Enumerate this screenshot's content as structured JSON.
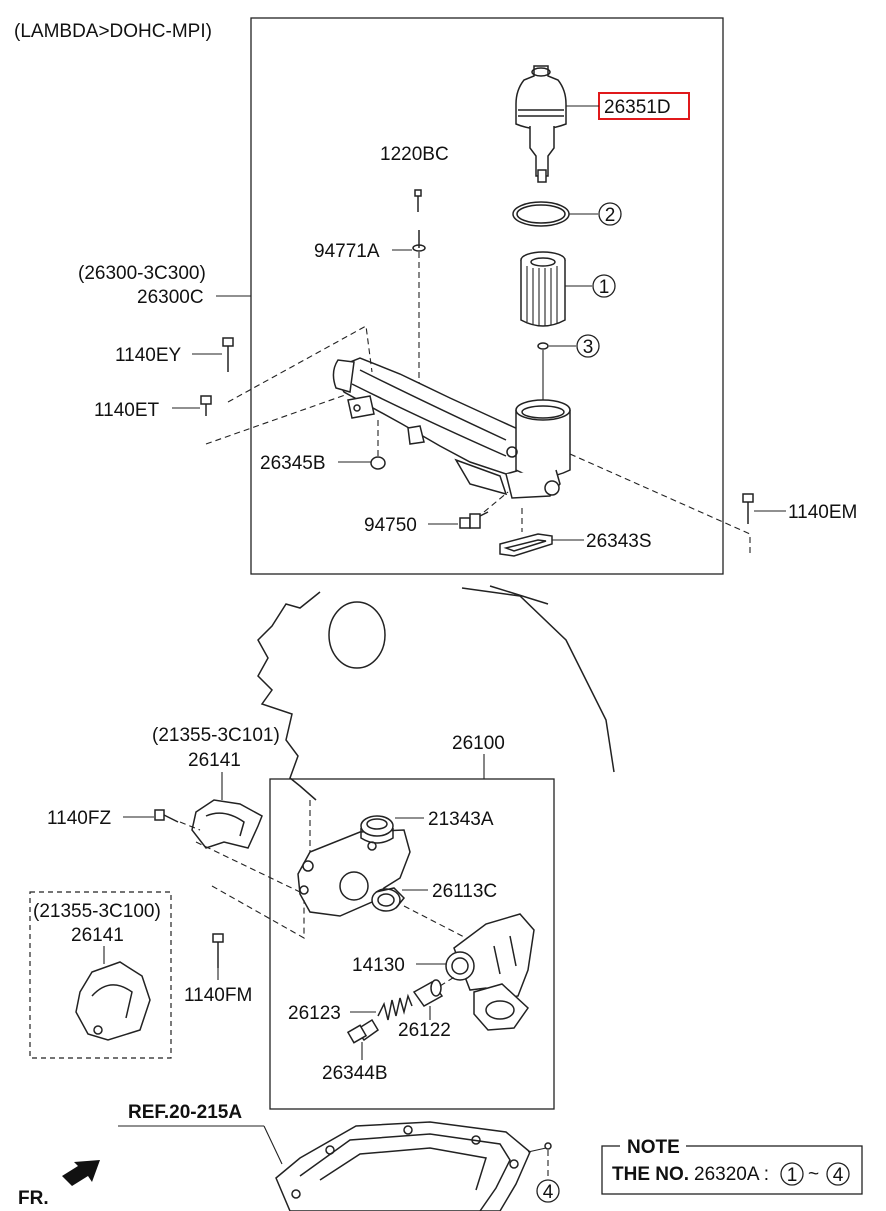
{
  "header": {
    "engine": "(LAMBDA>DOHC-MPI)"
  },
  "labels": {
    "p26351D": "26351D",
    "p1220BC": "1220BC",
    "p94771A": "94771A",
    "p26300_alt": "(26300-3C300)",
    "p26300C": "26300C",
    "p1140EY": "1140EY",
    "p1140ET": "1140ET",
    "p26345B": "26345B",
    "p94750": "94750",
    "p26343S": "26343S",
    "p1140EM": "1140EM",
    "p26100": "26100",
    "p21355_a": "(21355-3C101)",
    "p26141_a": "26141",
    "p1140FZ": "1140FZ",
    "p21343A": "21343A",
    "p26113C": "26113C",
    "p21355_b": "(21355-3C100)",
    "p26141_b": "26141",
    "p14130": "14130",
    "p1140FM": "1140FM",
    "p26123": "26123",
    "p26122": "26122",
    "p26344B": "26344B",
    "ref": "REF.20-215A",
    "fr": "FR."
  },
  "callouts": {
    "c1": "1",
    "c2": "2",
    "c3": "3",
    "c4": "4"
  },
  "note": {
    "title": "NOTE",
    "prefix": "THE NO.",
    "part": "26320A :",
    "from": "1",
    "sep": "~",
    "to": "4"
  },
  "colors": {
    "highlight": "#e0191b",
    "line": "#222222"
  }
}
